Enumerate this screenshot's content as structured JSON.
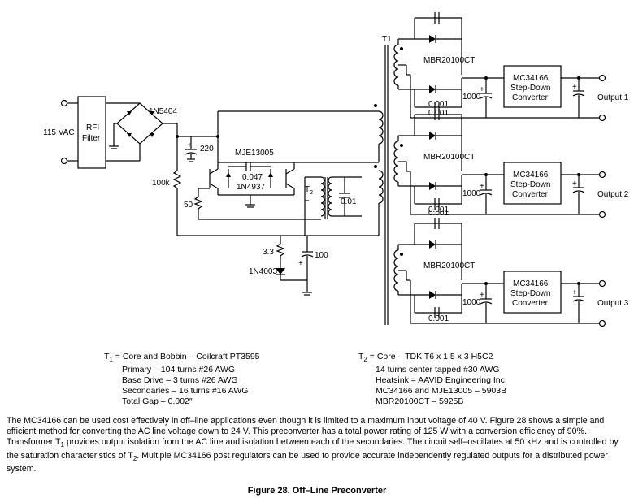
{
  "schematic": {
    "input_label": "115 VAC",
    "filter_label_1": "RFI",
    "filter_label_2": "Filter",
    "bridge_label": "1N5404",
    "cap_220": "220",
    "transistor_label": "MJE13005",
    "cap_0047": "0.047",
    "diode_1n4937": "1N4937",
    "res_100k": "100k",
    "res_50": "50",
    "t2_label": "T",
    "t2_sub": "2",
    "cap_001": "0.01",
    "res_33": "3.3",
    "cap_100": "100",
    "diode_1n4003": "1N4003",
    "t1_label": "T1",
    "rectifier_label": "MBR20100CT",
    "cap_0001": "0.001",
    "cap_1000": "1000",
    "plus": "+",
    "reg_line1": "MC34166",
    "reg_line2": "Step-Down",
    "reg_line3": "Converter",
    "outputs": [
      "Output 1",
      "Output 2",
      "Output 3"
    ]
  },
  "notes_t1": {
    "line1_prefix": "T",
    "line1_sub": "1",
    "line1_rest": " = Core and Bobbin – Coilcraft  PT3595",
    "line2": "Primary – 104 turns #26 AWG",
    "line3": "Base Drive – 3 turns #26 AWG",
    "line4": "Secondaries – 16 turns #16 AWG",
    "line5": "Total Gap – 0.002″"
  },
  "notes_t2": {
    "line1_prefix": "T",
    "line1_sub": "2",
    "line1_rest": " = Core – TDK T6 x 1.5 x 3 H5C2",
    "line2": "14 turns center tapped #30 AWG",
    "line3": "Heatsink = AAVID Engineering Inc.",
    "line4": "MC34166 and MJE13005 – 5903B",
    "line5": "MBR20100CT – 5925B"
  },
  "description": {
    "part1": "The MC34166 can be used cost effectively in off–line applications even though it is limited to a maximum input voltage of 40 V. Figure 28 shows a simple and efficient method for converting the AC line voltage down to 24 V. This preconverter has a total power rating of 125 W with a conversion efficiency of 90%. Transformer T",
    "sub1": "1",
    "part2": " provides output isolation from the AC line and isolation between each of the secondaries. The circuit self–oscillates at 50 kHz and is controlled by the saturation characteristics of T",
    "sub2": "2",
    "part3": ". Multiple MC34166 post regulators can be used to provide accurate independently regulated outputs for a distributed power system."
  },
  "caption": "Figure 28. Off–Line Preconverter"
}
